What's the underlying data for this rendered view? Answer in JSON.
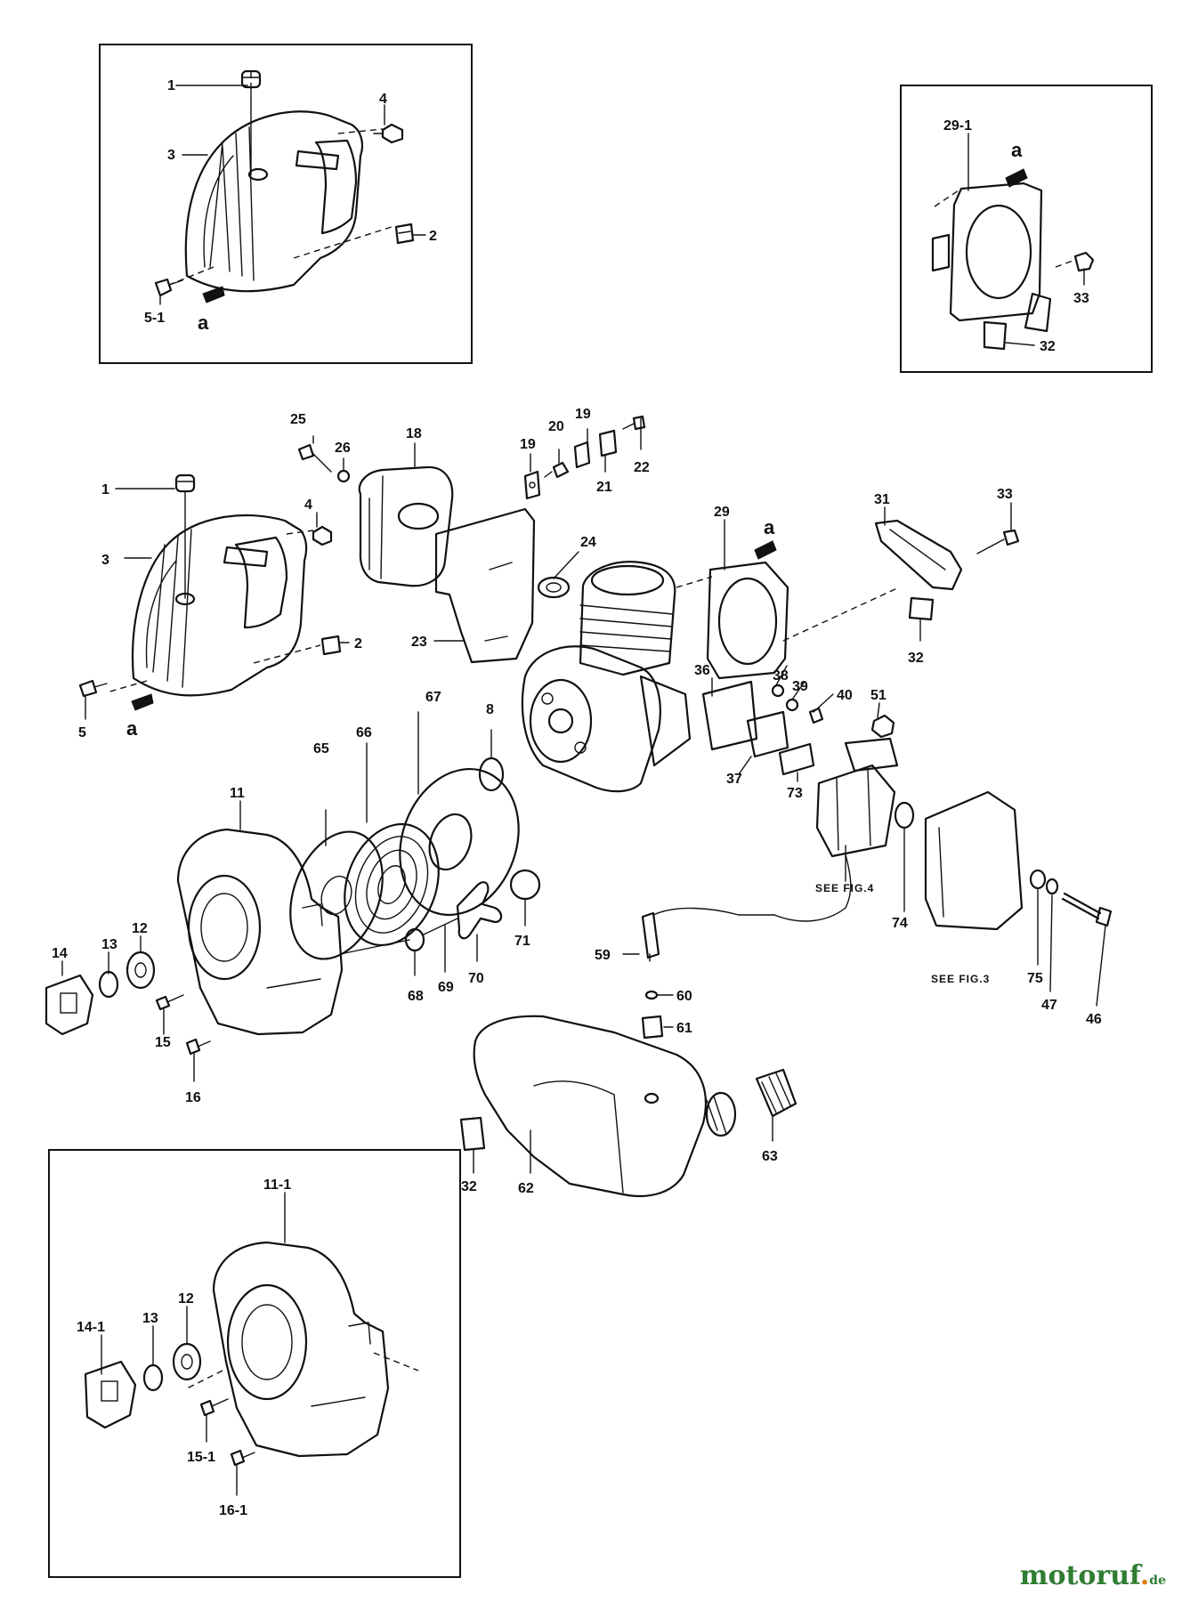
{
  "diagram": {
    "callouts": [
      {
        "id": "c1a",
        "text": "1"
      },
      {
        "id": "c3a",
        "text": "3"
      },
      {
        "id": "c4a",
        "text": "4"
      },
      {
        "id": "c2a",
        "text": "2"
      },
      {
        "id": "c51a",
        "text": "5-1"
      },
      {
        "id": "aA",
        "text": "a"
      },
      {
        "id": "c291",
        "text": "29-1"
      },
      {
        "id": "aB",
        "text": "a"
      },
      {
        "id": "c33a",
        "text": "33"
      },
      {
        "id": "c32a",
        "text": "32"
      },
      {
        "id": "c25",
        "text": "25"
      },
      {
        "id": "c26",
        "text": "26"
      },
      {
        "id": "c18",
        "text": "18"
      },
      {
        "id": "c19a",
        "text": "19"
      },
      {
        "id": "c20",
        "text": "20"
      },
      {
        "id": "c19b",
        "text": "19"
      },
      {
        "id": "c21",
        "text": "21"
      },
      {
        "id": "c22",
        "text": "22"
      },
      {
        "id": "c1b",
        "text": "1"
      },
      {
        "id": "c4b",
        "text": "4"
      },
      {
        "id": "c3b",
        "text": "3"
      },
      {
        "id": "c2b",
        "text": "2"
      },
      {
        "id": "c5",
        "text": "5"
      },
      {
        "id": "aC",
        "text": "a"
      },
      {
        "id": "c23",
        "text": "23"
      },
      {
        "id": "c24",
        "text": "24"
      },
      {
        "id": "c29",
        "text": "29"
      },
      {
        "id": "aD",
        "text": "a"
      },
      {
        "id": "c31",
        "text": "31"
      },
      {
        "id": "c33b",
        "text": "33"
      },
      {
        "id": "c32b",
        "text": "32"
      },
      {
        "id": "c36",
        "text": "36"
      },
      {
        "id": "c38",
        "text": "38"
      },
      {
        "id": "c39",
        "text": "39"
      },
      {
        "id": "c40",
        "text": "40"
      },
      {
        "id": "c51",
        "text": "51"
      },
      {
        "id": "c37",
        "text": "37"
      },
      {
        "id": "c73",
        "text": "73"
      },
      {
        "id": "c67",
        "text": "67"
      },
      {
        "id": "c66",
        "text": "66"
      },
      {
        "id": "c65",
        "text": "65"
      },
      {
        "id": "c8",
        "text": "8"
      },
      {
        "id": "c11",
        "text": "11"
      },
      {
        "id": "c14",
        "text": "14"
      },
      {
        "id": "c13",
        "text": "13"
      },
      {
        "id": "c12",
        "text": "12"
      },
      {
        "id": "c15",
        "text": "15"
      },
      {
        "id": "c16",
        "text": "16"
      },
      {
        "id": "c68",
        "text": "68"
      },
      {
        "id": "c69",
        "text": "69"
      },
      {
        "id": "c70",
        "text": "70"
      },
      {
        "id": "c71",
        "text": "71"
      },
      {
        "id": "c74",
        "text": "74"
      },
      {
        "id": "c75",
        "text": "75"
      },
      {
        "id": "c47",
        "text": "47"
      },
      {
        "id": "c46",
        "text": "46"
      },
      {
        "id": "c59",
        "text": "59"
      },
      {
        "id": "c60",
        "text": "60"
      },
      {
        "id": "c61",
        "text": "61"
      },
      {
        "id": "c63",
        "text": "63"
      },
      {
        "id": "c62",
        "text": "62"
      },
      {
        "id": "c32c",
        "text": "32"
      },
      {
        "id": "c111",
        "text": "11-1"
      },
      {
        "id": "c141",
        "text": "14-1"
      },
      {
        "id": "c13b",
        "text": "13"
      },
      {
        "id": "c12b",
        "text": "12"
      },
      {
        "id": "c151",
        "text": "15-1"
      },
      {
        "id": "c161",
        "text": "16-1"
      }
    ],
    "notes": {
      "see_fig4": "SEE FIG.4",
      "see_fig3": "SEE FIG.3"
    },
    "brand": {
      "name": "motoruf",
      "tld": "de"
    }
  }
}
